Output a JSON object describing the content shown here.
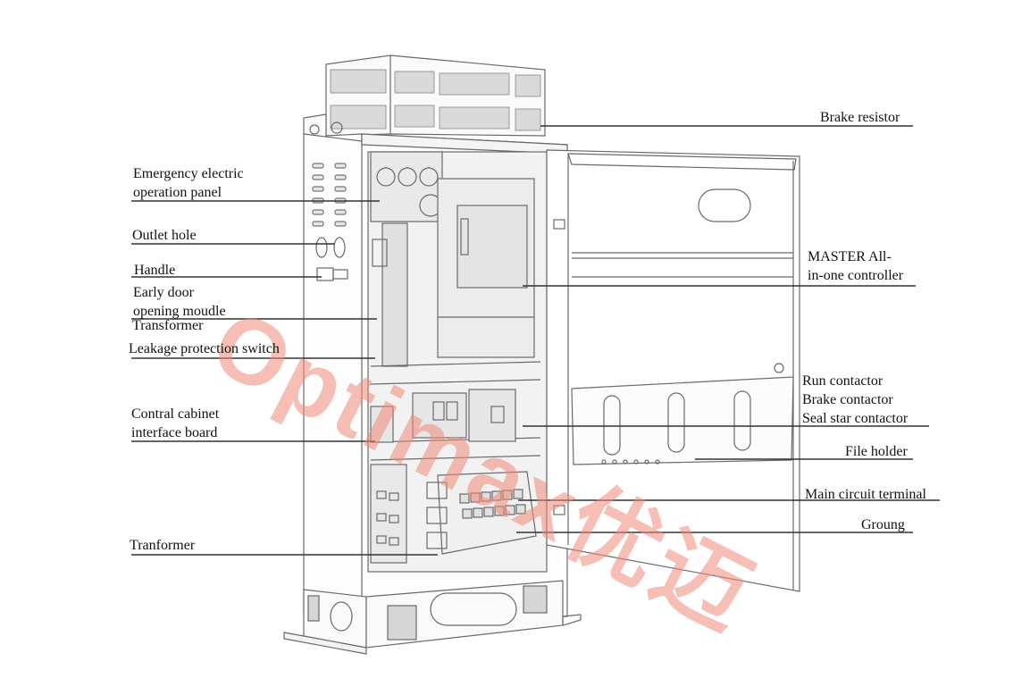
{
  "diagram": {
    "subject": "Elevator control cabinet (open door, exploded labels)",
    "watermark": "Optimax优迈",
    "watermark_color": "#f08a78",
    "line_color": "#333333",
    "labels_left": [
      {
        "id": "emergency",
        "lines": [
          "Emergency electric",
          "operation panel"
        ]
      },
      {
        "id": "outlet",
        "lines": [
          "Outlet hole"
        ]
      },
      {
        "id": "handle",
        "lines": [
          "Handle"
        ]
      },
      {
        "id": "early-door",
        "lines": [
          "Early door",
          "opening moudle"
        ]
      },
      {
        "id": "transformer-top",
        "lines": [
          "Transformer"
        ]
      },
      {
        "id": "leakage",
        "lines": [
          "Leakage protection switch"
        ]
      },
      {
        "id": "interface",
        "lines": [
          "Contral cabinet",
          "interface board"
        ]
      },
      {
        "id": "transformer-bottom",
        "lines": [
          "Tranformer"
        ]
      }
    ],
    "labels_right": [
      {
        "id": "brake-resistor",
        "lines": [
          "Brake resistor"
        ]
      },
      {
        "id": "master",
        "lines": [
          "MASTER All-",
          "in-one controller"
        ]
      },
      {
        "id": "contactors",
        "lines": [
          "Run contactor",
          "Brake contactor",
          "Seal star contactor"
        ]
      },
      {
        "id": "file-holder",
        "lines": [
          "File holder"
        ]
      },
      {
        "id": "main-terminal",
        "lines": [
          "Main circuit terminal"
        ]
      },
      {
        "id": "ground",
        "lines": [
          "Groung"
        ]
      }
    ]
  }
}
